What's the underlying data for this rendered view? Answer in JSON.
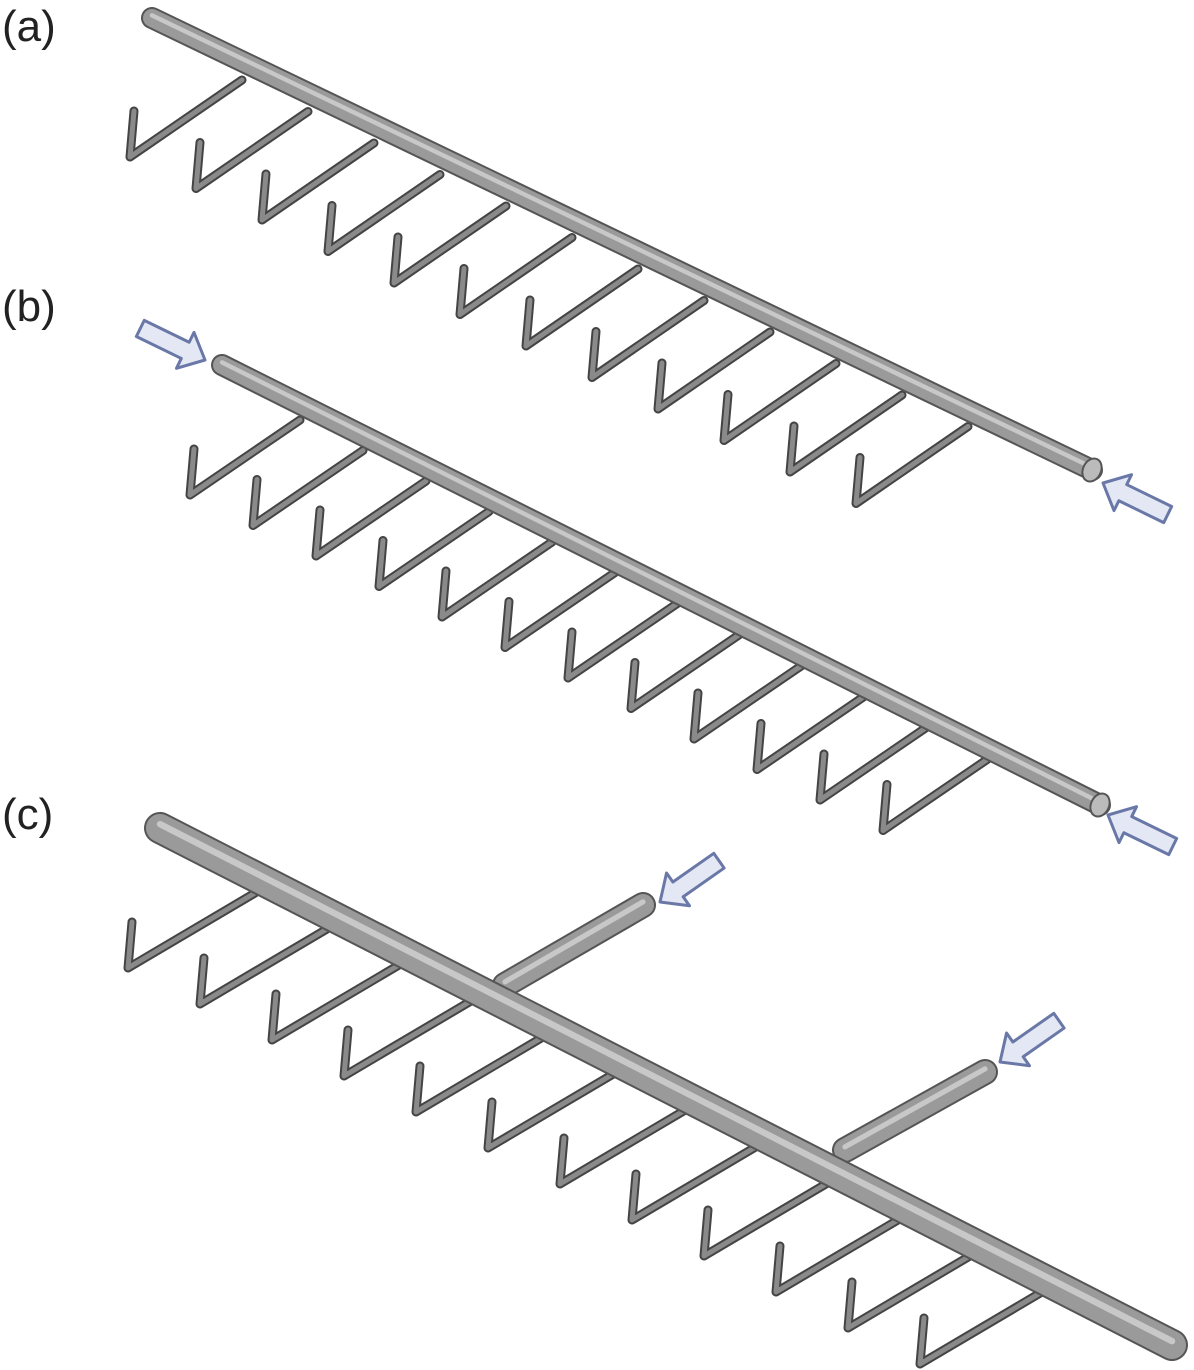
{
  "panels": [
    {
      "label": "(a)",
      "hooks": 12,
      "inlets": 1
    },
    {
      "label": "(b)",
      "hooks": 12,
      "inlets": 2
    },
    {
      "label": "(c)",
      "hooks": 12,
      "inlets": 2
    }
  ],
  "colors": {
    "pipe": "#9a9a9a",
    "pipe_edge": "#555555",
    "arrow_fill": "#e4e8f4",
    "arrow_stroke": "#6a78a8"
  }
}
